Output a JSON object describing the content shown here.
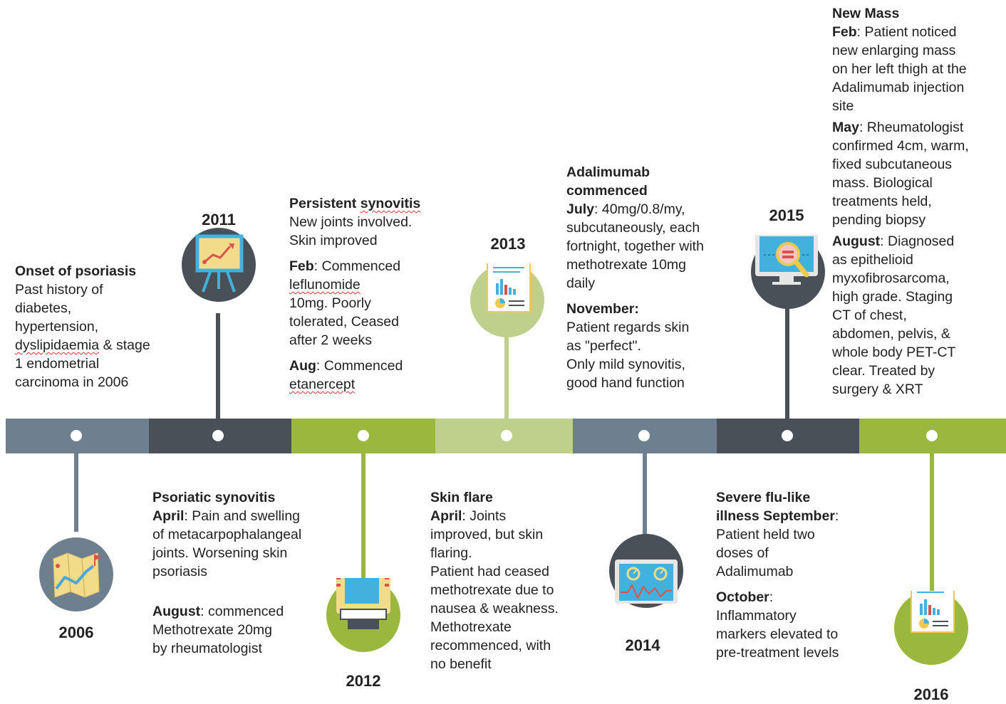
{
  "colors": {
    "slate": "#6e7f90",
    "dark": "#4a5057",
    "green": "#9ab83d",
    "lightgreen": "#bfd08c"
  },
  "years": {
    "y2006": "2006",
    "y2011": "2011",
    "y2012": "2012",
    "y2013": "2013",
    "y2014": "2014",
    "y2015": "2015",
    "y2016": "2016"
  },
  "icons": {
    "y2006": "map-icon",
    "y2011": "chart-board-icon",
    "y2012": "atm-icon",
    "y2013": "report-document-icon",
    "y2014": "monitor-gauges-icon",
    "y2015": "monitor-magnifier-icon",
    "y2016": "report-document-icon"
  },
  "events": {
    "e2006": {
      "title": "Onset of psoriasis",
      "l1": "Past history of",
      "l2": "diabetes,",
      "l3": "hypertension,",
      "l4a": "dyslipidaemia",
      "l4b": " & stage",
      "l5": "1 endometrial",
      "l6": "carcinoma in 2006"
    },
    "e2011": {
      "title": "Psoriatic synovitis",
      "m1": "April",
      "l1": ": Pain and swelling",
      "l2": "of metacarpophalangeal",
      "l3": "joints. Worsening skin",
      "l4": "psoriasis",
      "m2": "August",
      "l5": ": commenced",
      "l6": "Methotrexate 20mg",
      "l7": "by rheumatologist"
    },
    "e2012": {
      "title_a": "Persistent ",
      "title_b": "synovitis",
      "l1": "New joints involved.",
      "l2": "Skin improved",
      "m1": "Feb",
      "l3": ": Commenced",
      "l4": "leflunomide",
      "l5": "10mg. Poorly",
      "l6": "tolerated, Ceased",
      "l7": "after 2 weeks",
      "m2": "Aug",
      "l8": ": Commenced",
      "l9": "etanercept"
    },
    "e2013": {
      "title": "Skin flare",
      "m1": "April",
      "l1": ": Joints",
      "l2": "improved, but skin",
      "l3": "flaring.",
      "l4": "Patient had ceased",
      "l5": "methotrexate due to",
      "l6": "nausea & weakness.",
      "l7": "Methotrexate",
      "l8": "recommenced, with",
      "l9": "no benefit"
    },
    "e2014": {
      "t1": "Adalimumab",
      "t2": "commenced",
      "m1": "July",
      "l1": ": 40mg/0.8/my,",
      "l2": "subcutaneously, each",
      "l3": "fortnight, together with",
      "l4": "methotrexate 10mg",
      "l5": "daily",
      "m2": "November:",
      "l6": "Patient regards skin",
      "l7": "as \"perfect\".",
      "l8": "Only mild synovitis,",
      "l9": "good hand function"
    },
    "e2015": {
      "t1": "Severe flu-like",
      "t2": "illness September",
      "t2b": ":",
      "l1": "Patient  held two",
      "l2": "doses of",
      "l3": "Adalimumab",
      "m1": "October",
      "l4": ":",
      "l5": "Inflammatory",
      "l6": "markers elevated to",
      "l7": "pre-treatment levels"
    },
    "e2016": {
      "title": "New Mass",
      "m1": "Feb",
      "l1": ": Patient noticed",
      "l2": "new enlarging mass",
      "l3": "on her left thigh at the",
      "l4": "Adalimumab injection",
      "l5": "site",
      "m2": "May",
      "l6": ": Rheumatologist",
      "l7": "confirmed 4cm, warm,",
      "l8": "fixed subcutaneous",
      "l9": "mass. Biological",
      "l10": "treatments held,",
      "l11": "pending biopsy",
      "m3": "August",
      "l12": ": Diagnosed",
      "l13": "as epithelioid",
      "l14": "myxofibrosarcoma,",
      "l15": "high grade. Staging",
      "l16": "CT of chest,",
      "l17": "abdomen, pelvis, &",
      "l18": "whole body PET-CT",
      "l19": "clear. Treated by",
      "l20": "surgery & XRT"
    }
  }
}
